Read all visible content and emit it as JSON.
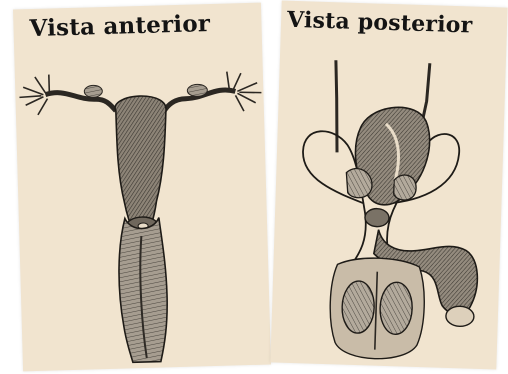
{
  "panels": [
    {
      "caption": "Vista anterior",
      "illustration": "female-reproductive-anatomy"
    },
    {
      "caption": "Vista posterior",
      "illustration": "male-reproductive-anatomy"
    }
  ],
  "colors": {
    "paper": "#f1e4cf",
    "ink": "#141414"
  }
}
